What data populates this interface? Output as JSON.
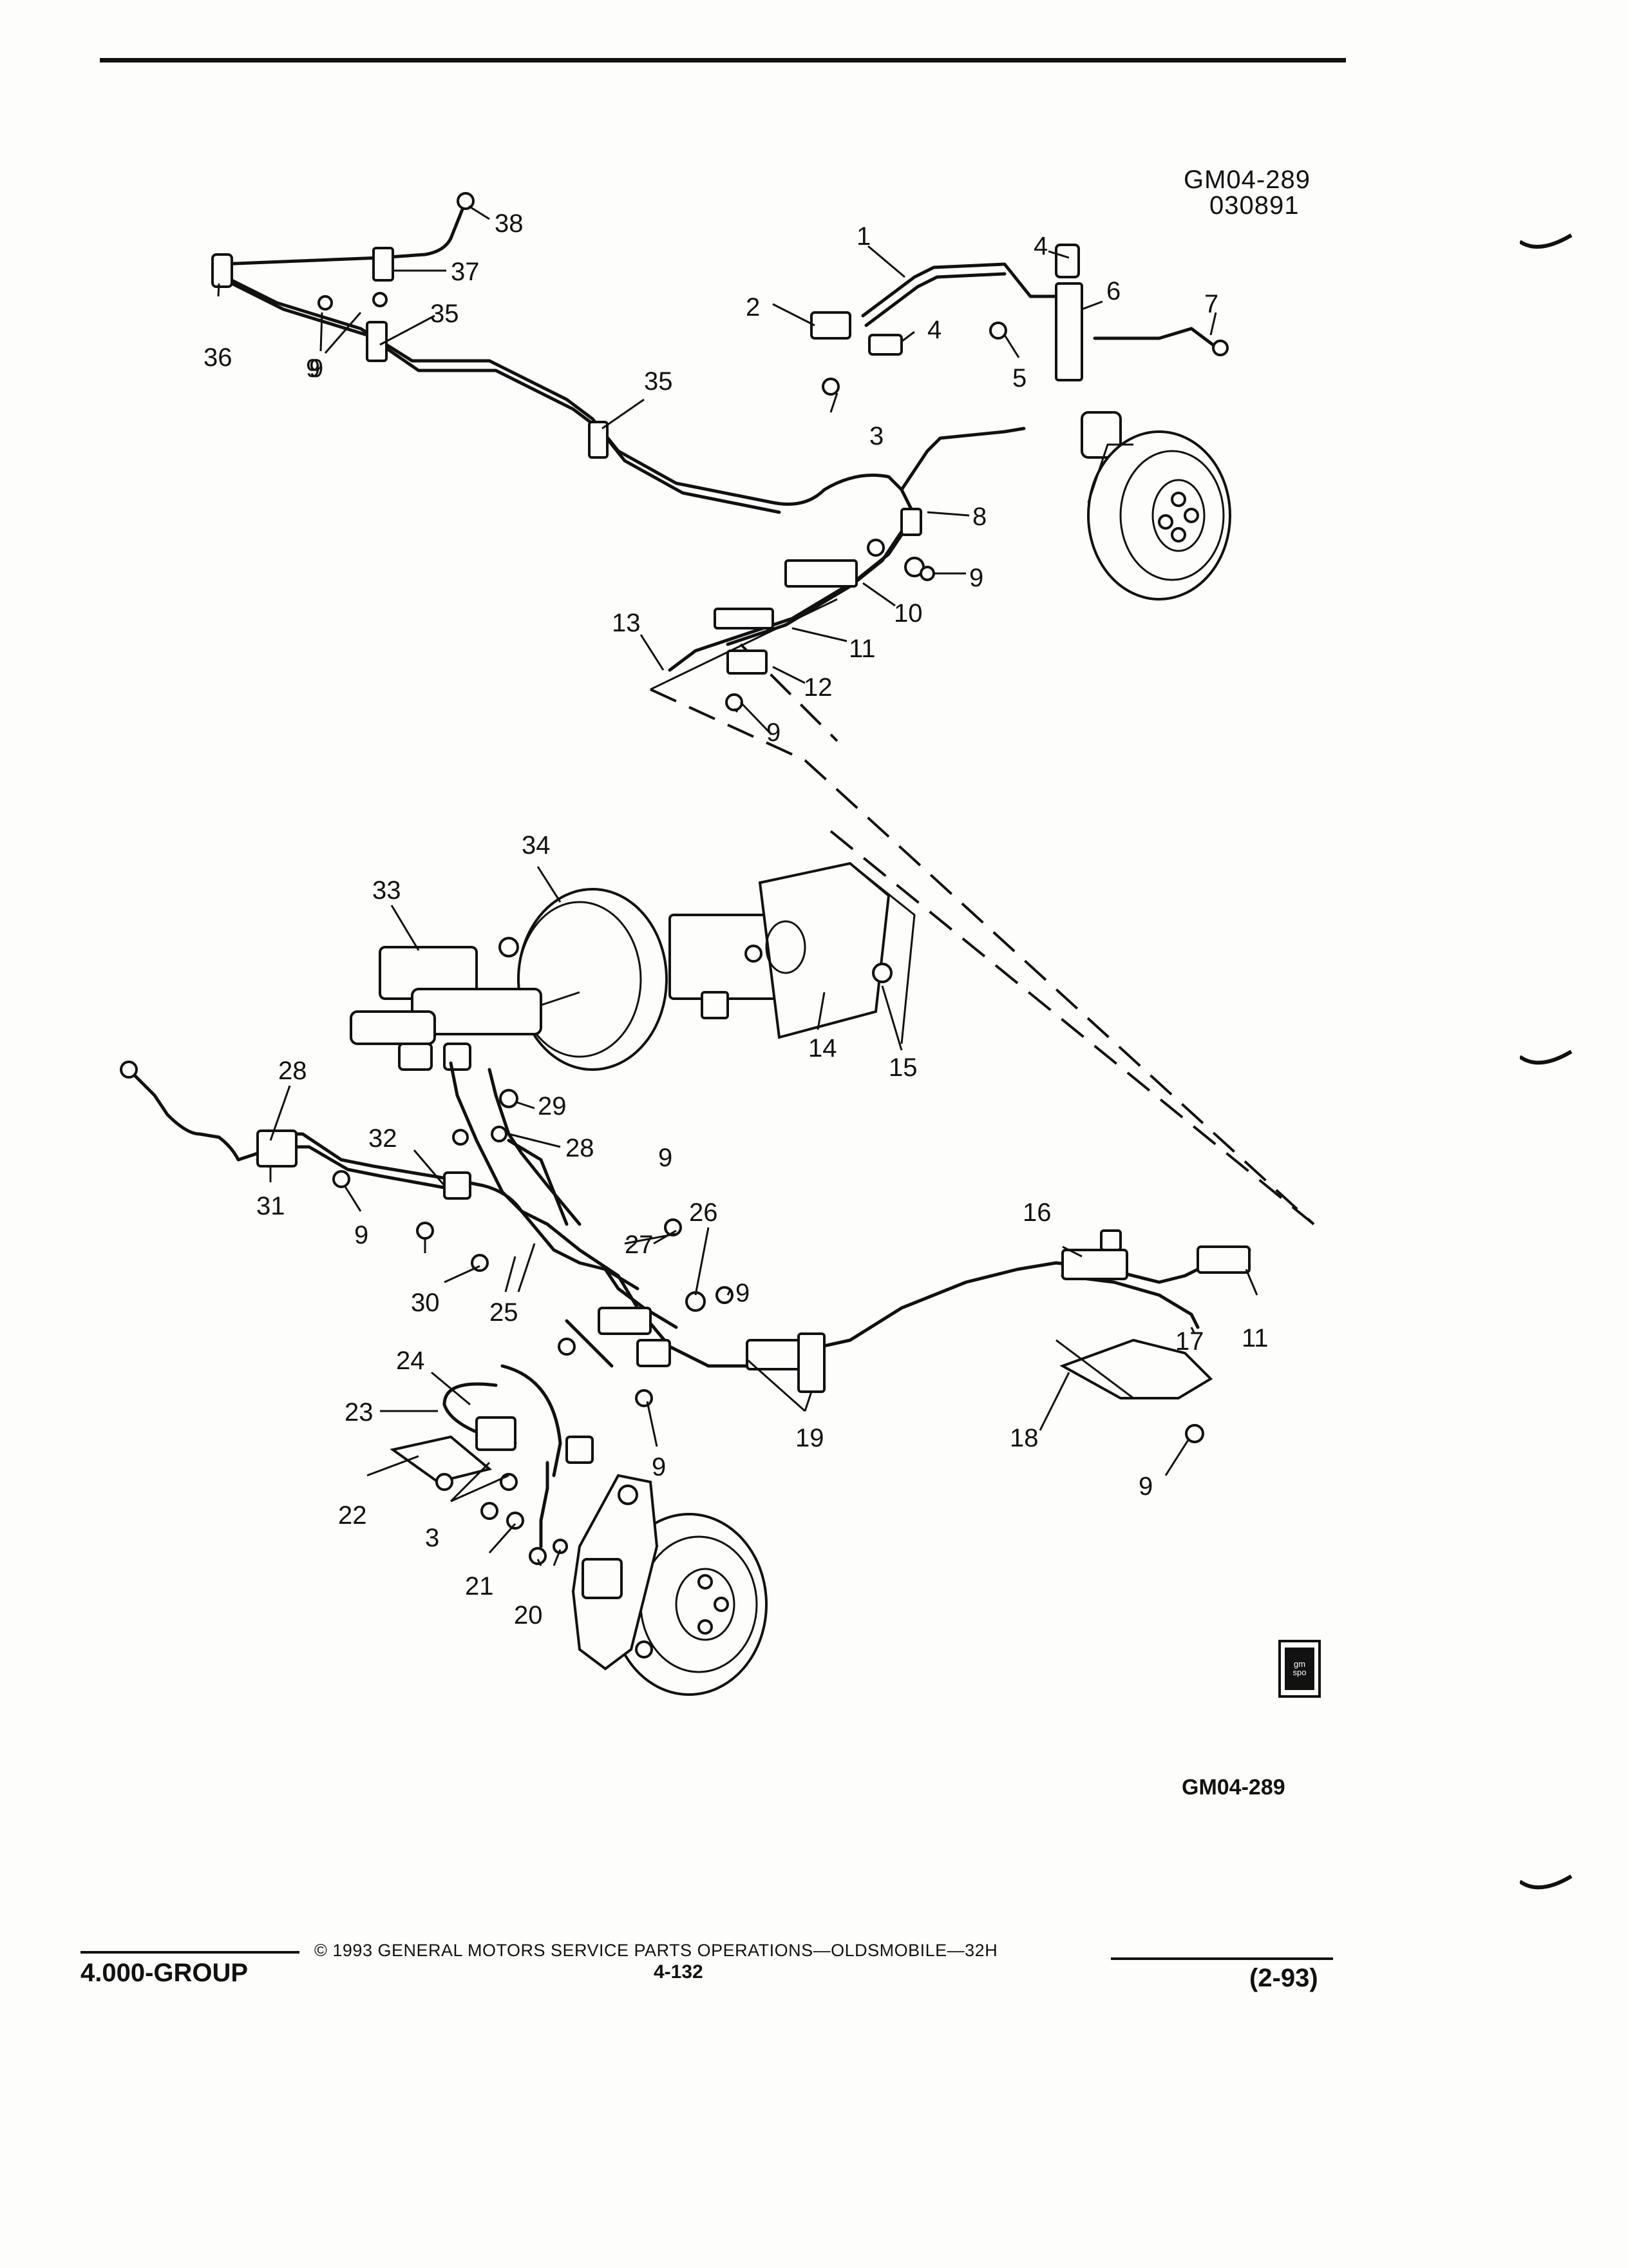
{
  "figure": {
    "id_top": "GM04-289",
    "date_code": "030891",
    "id_bottom": "GM04-289",
    "logo_text": "gm spo"
  },
  "footer": {
    "group": "4.000-GROUP",
    "copyright": "© 1993 GENERAL MOTORS SERVICE PARTS OPERATIONS—OLDSMOBILE—32H",
    "page": "4-132",
    "revision": "(2-93)"
  },
  "callouts": [
    "1",
    "2",
    "3",
    "4",
    "4",
    "5",
    "6",
    "7",
    "8",
    "9",
    "9",
    "9",
    "10",
    "11",
    "12",
    "13",
    "35",
    "35",
    "36",
    "37",
    "38",
    "9",
    "34",
    "33",
    "14",
    "15",
    "28",
    "29",
    "28",
    "32",
    "31",
    "9",
    "9",
    "30",
    "25",
    "27",
    "26",
    "9",
    "24",
    "23",
    "22",
    "3",
    "21",
    "20",
    "19",
    "9",
    "16",
    "11",
    "17",
    "18",
    "9"
  ]
}
